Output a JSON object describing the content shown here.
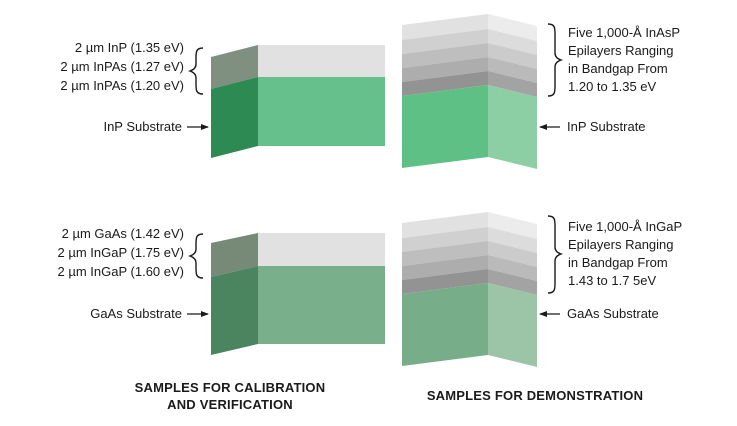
{
  "colors": {
    "inp_substrate": "#4fbe7f",
    "gaas_substrate": "#6aa884",
    "epilayer_top": "#e2e2e2",
    "epilayer_dark": "#8c8c8c",
    "calib_dark_face": "#2d8a52"
  },
  "panels": {
    "calib_inp": {
      "layer_labels": [
        "2 µm InP (1.35 eV)",
        "2 µm InPAs (1.27 eV)",
        "2 µm InPAs (1.20 eV)"
      ],
      "substrate_label": "InP Substrate"
    },
    "demo_inp": {
      "epilayer_text": [
        "Five 1,000-Å InAsP",
        "Epilayers Ranging",
        "in Bandgap From",
        "1.20 to 1.35 eV"
      ],
      "substrate_label": "InP Substrate"
    },
    "calib_gaas": {
      "layer_labels": [
        "2 µm GaAs (1.42 eV)",
        "2 µm InGaP (1.75 eV)",
        "2 µm InGaP (1.60 eV)"
      ],
      "substrate_label": "GaAs Substrate"
    },
    "demo_gaas": {
      "epilayer_text": [
        "Five 1,000-Å InGaP",
        "Epilayers Ranging",
        "in Bandgap From",
        "1.43 to 1.7 5eV"
      ],
      "substrate_label": "GaAs Substrate"
    }
  },
  "captions": {
    "calibration": [
      "SAMPLES FOR CALIBRATION",
      "AND VERIFICATION"
    ],
    "demonstration": "SAMPLES FOR DEMONSTRATION"
  }
}
